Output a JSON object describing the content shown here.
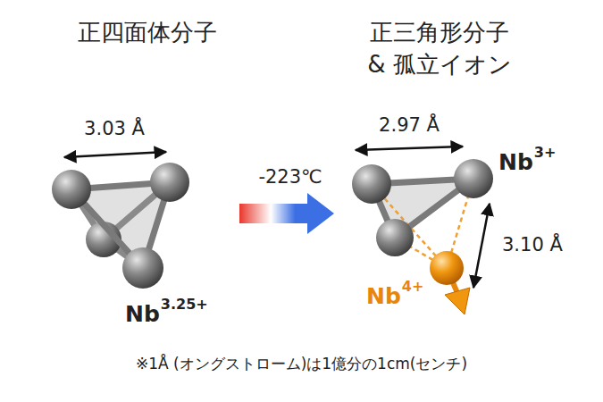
{
  "diagram": {
    "caption": "※1Å (オングストローム)は1億分の1cm(センチ)",
    "labels": [
      "正四面体分子",
      "正三角形分子",
      "& 孤立イオン",
      "3.03 Å",
      "Nb",
      "3.25+",
      "-223℃",
      "2.97 Å",
      "Nb",
      "3+",
      "3.10 Å",
      "Nb",
      "4+"
    ]
  }
}
